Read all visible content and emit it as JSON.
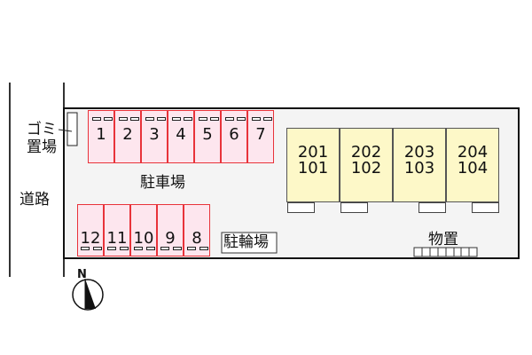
{
  "labels": {
    "road": "道路",
    "garbage_line1": "ゴミ",
    "garbage_line2": "置場",
    "parking": "駐車場",
    "bicycle_parking": "駐輪場",
    "storage": "物置",
    "north": "N"
  },
  "parking_top": [
    "1",
    "2",
    "3",
    "4",
    "5",
    "6",
    "7"
  ],
  "parking_bottom": [
    "12",
    "11",
    "10",
    "9",
    "8"
  ],
  "units": [
    {
      "upper": "201",
      "lower": "101"
    },
    {
      "upper": "202",
      "lower": "102"
    },
    {
      "upper": "203",
      "lower": "103"
    },
    {
      "upper": "204",
      "lower": "104"
    }
  ],
  "colors": {
    "stall_fill": "#fde6ee",
    "stall_border": "#e8333a",
    "building_fill": "#fdf8c8",
    "site_fill": "#f4f4f4"
  }
}
